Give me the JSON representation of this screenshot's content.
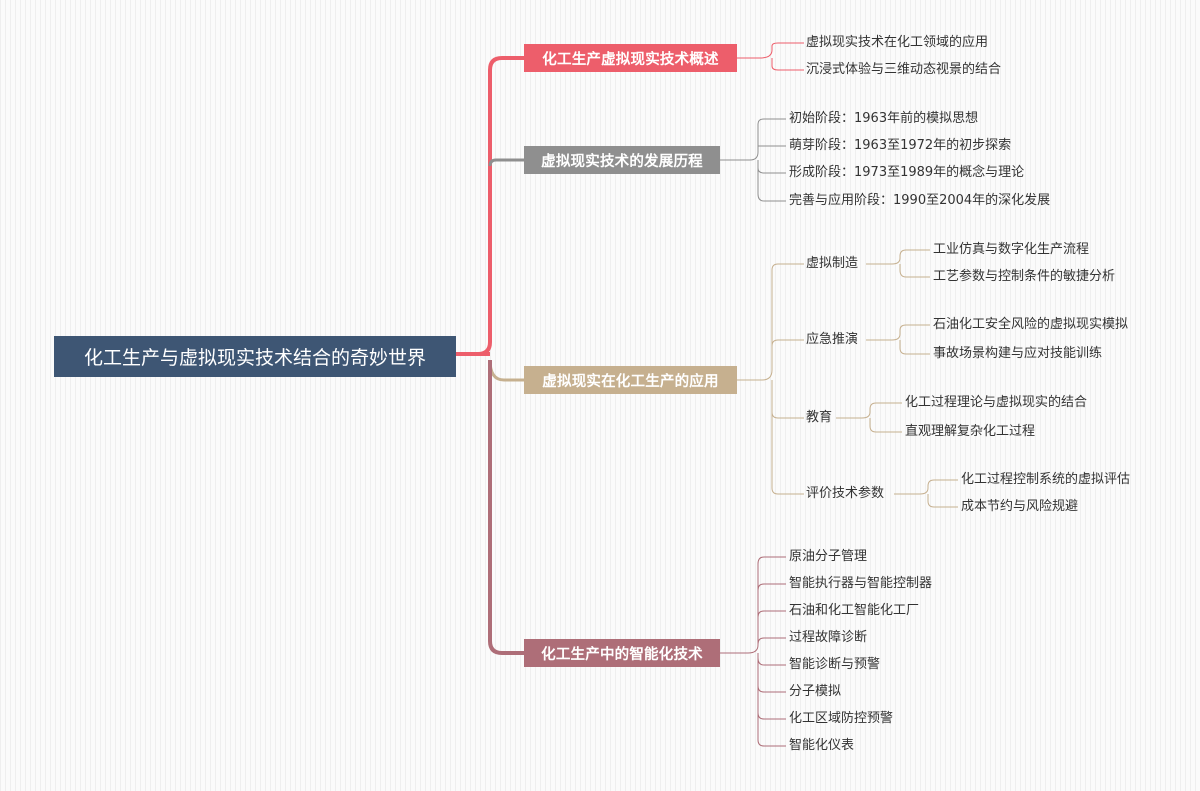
{
  "root": {
    "title": "化工生产与虚拟现实技术结合的奇妙世界"
  },
  "branches": [
    {
      "label": "化工生产虚拟现实技术概述",
      "color": "#ed5e6b",
      "leaves": [
        "虚拟现实技术在化工领域的应用",
        "沉浸式体验与三维动态视景的结合"
      ]
    },
    {
      "label": "虚拟现实技术的发展历程",
      "color": "#8f8f8f",
      "leaves": [
        "初始阶段：1963年前的模拟思想",
        "萌芽阶段：1963至1972年的初步探索",
        "形成阶段：1973至1989年的概念与理论",
        "完善与应用阶段：1990至2004年的深化发展"
      ]
    },
    {
      "label": "虚拟现实在化工生产的应用",
      "color": "#c6b08f",
      "subs": [
        {
          "label": "虚拟制造",
          "leaves": [
            "工业仿真与数字化生产流程",
            "工艺参数与控制条件的敏捷分析"
          ]
        },
        {
          "label": "应急推演",
          "leaves": [
            "石油化工安全风险的虚拟现实模拟",
            "事故场景构建与应对技能训练"
          ]
        },
        {
          "label": "教育",
          "leaves": [
            "化工过程理论与虚拟现实的结合",
            "直观理解复杂化工过程"
          ]
        },
        {
          "label": "评价技术参数",
          "leaves": [
            "化工过程控制系统的虚拟评估",
            "成本节约与风险规避"
          ]
        }
      ]
    },
    {
      "label": "化工生产中的智能化技术",
      "color": "#ae6e78",
      "leaves": [
        "原油分子管理",
        "智能执行器与智能控制器",
        "石油和化工智能化工厂",
        "过程故障诊断",
        "智能诊断与预警",
        "分子模拟",
        "化工区域防控预警",
        "智能化仪表"
      ]
    }
  ]
}
